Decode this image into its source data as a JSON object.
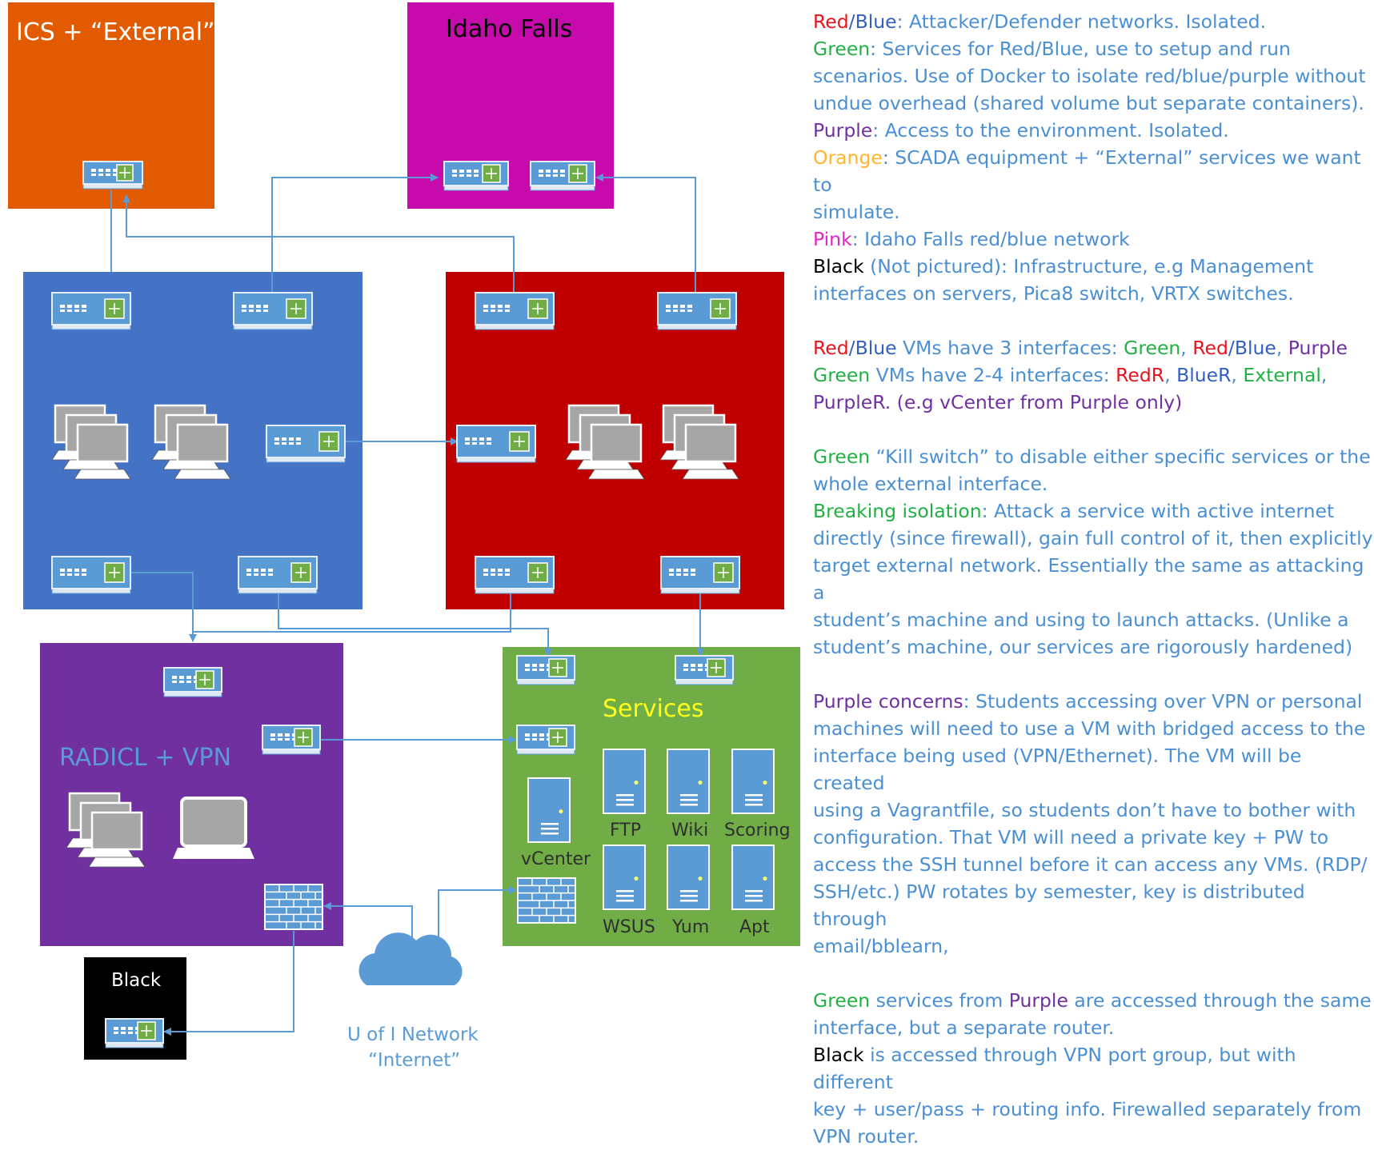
{
  "zones": {
    "ics": {
      "title": "ICS + “External”",
      "color": "#e35b00"
    },
    "idaho": {
      "title": "Idaho Falls",
      "color": "#c70aab"
    },
    "blue": {
      "title": "",
      "color": "#4472c4"
    },
    "red": {
      "title": "",
      "color": "#c00000"
    },
    "radicl": {
      "title": "RADICL + VPN",
      "color": "#7030a0"
    },
    "services": {
      "title": "Services",
      "color": "#70ad47",
      "title_color": "#ffff1a"
    },
    "black": {
      "title": "Black",
      "color": "#000000"
    }
  },
  "servers": {
    "ftp": "FTP",
    "wiki": "Wiki",
    "scoring": "Scoring",
    "vcenter": "vCenter",
    "wsus": "WSUS",
    "yum": "Yum",
    "apt": "Apt"
  },
  "cloud": {
    "line1": "U of I Network",
    "line2": "“Internet”"
  },
  "icons": {
    "switch": "network-switch-icon",
    "desktop_stack": "desktop-computers-icon",
    "laptop": "laptop-icon",
    "server": "server-icon",
    "firewall": "firewall-icon",
    "cloud": "cloud-icon"
  },
  "link_color": "#5b9bd5",
  "legend": {
    "l1_red": "Red",
    "l1_sep": "/",
    "l1_blue": "Blue",
    "l1_rest": ": Attacker/Defender networks. Isolated.",
    "l2_green": "Green",
    "l2_a": ": Services for Red/Blue, use to setup and run",
    "l2_b": "scenarios. Use of Docker to isolate red/blue/purple without",
    "l2_c": "undue overhead (shared volume but separate containers).",
    "l3_purple": "Purple",
    "l3_rest": ": Access to the environment. Isolated.",
    "l4_orange": "Orange",
    "l4_a": ": SCADA equipment + “External” services we want to",
    "l4_b": "simulate.",
    "l5_pink": "Pink",
    "l5_rest": ": Idaho Falls red/blue network",
    "l6_black": "Black",
    "l6_a": " (Not pictured): Infrastructure, e.g Management",
    "l6_b": "interfaces on servers, Pica8 switch, VRTX switches.",
    "l7_red": "Red",
    "l7_sep": "/",
    "l7_blue": "Blue",
    "l7_mid": " VMs have 3 interfaces: ",
    "l7_green": "Green",
    "l7_c1": ", ",
    "l7_red2": "Red",
    "l7_sep2": "/",
    "l7_blue2": "Blue",
    "l7_c2": ", ",
    "l7_purple": "Purple",
    "l8_green": "Green",
    "l8_mid": " VMs have 2-4 interfaces: ",
    "l8_redr": "RedR",
    "l8_c1": ", ",
    "l8_bluer": "BlueR",
    "l8_c2": ", ",
    "l8_external": "External",
    "l8_c3": ",",
    "l9_text": "PurpleR. (e.g vCenter from Purple only)",
    "l10_green": "Green",
    "l10_a": " “Kill switch” to disable either specific services or the",
    "l10_b": "whole external interface.",
    "l11_green": "Breaking isolation",
    "l11_a": ": Attack a service with active internet",
    "l11_b": "directly (since firewall), gain full control of it, then explicitly",
    "l11_c": "target external network. Essentially the same as attacking a",
    "l11_d": "student’s machine and using to launch attacks. (Unlike a",
    "l11_e": "student’s machine, our services are rigorously hardened)",
    "l12_purple": "Purple concerns",
    "l12_a": ": Students accessing over VPN or personal",
    "l12_b": "machines will need to use a VM with bridged access to the",
    "l12_c": "interface being used (VPN/Ethernet). The VM will be created",
    "l12_d": "using a Vagrantfile, so students don’t have to bother with",
    "l12_e": "configuration. That VM will need a private key + PW to",
    "l12_f": "access the SSH tunnel before it can access any VMs. (RDP/",
    "l12_g": "SSH/etc.) PW rotates by semester, key is distributed through",
    "l12_h": "email/bblearn,",
    "l13_green": "Green",
    "l13_a": " services from ",
    "l13_purple": "Purple",
    "l13_b": " are accessed through the same",
    "l13_c": "interface, but a separate router.",
    "l14_black": "Black",
    "l14_a": " is accessed through VPN port group, but with different",
    "l14_b": "key + user/pass + routing info. Firewalled separately from",
    "l14_c": "VPN router."
  }
}
